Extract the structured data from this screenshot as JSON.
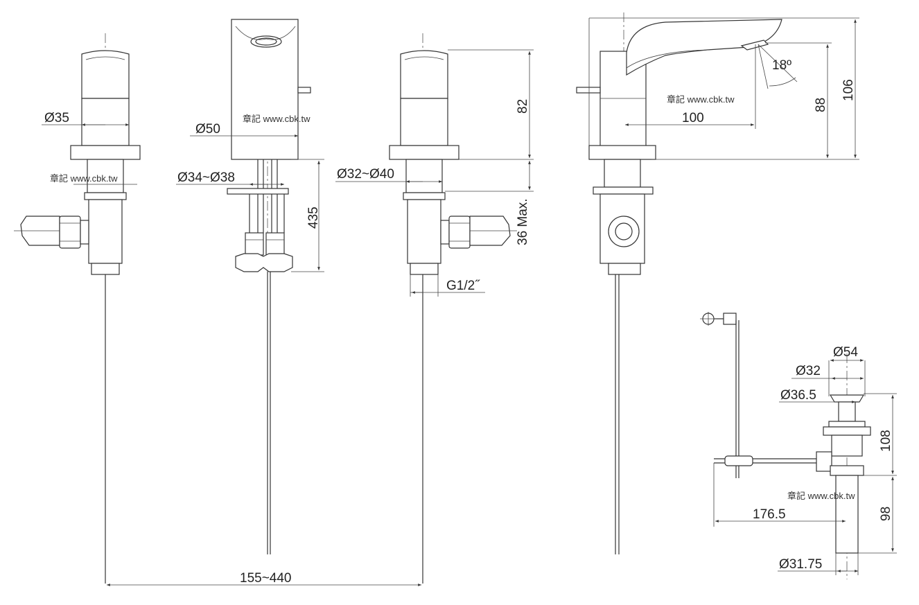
{
  "watermark": "章記 www.cbk.tw",
  "dimensions": {
    "handle_diameter": "Ø35",
    "spout_diameter": "Ø50",
    "spout_hole": "Ø34~Ø38",
    "handle_hole": "Ø32~Ø40",
    "hose_length": "435",
    "handle_height": "82",
    "deck_thickness": "36 Max.",
    "thread": "G1/2˝",
    "center_distance": "155~440",
    "spout_reach": "100",
    "spout_angle": "18º",
    "outlet_height": "88",
    "total_height": "106",
    "drain_cap": "Ø54",
    "drain_inner": "Ø32",
    "drain_flange": "Ø36.5",
    "drain_height": "108",
    "lever_length": "176.5",
    "tail_length": "98",
    "tail_diameter": "Ø31.75"
  }
}
